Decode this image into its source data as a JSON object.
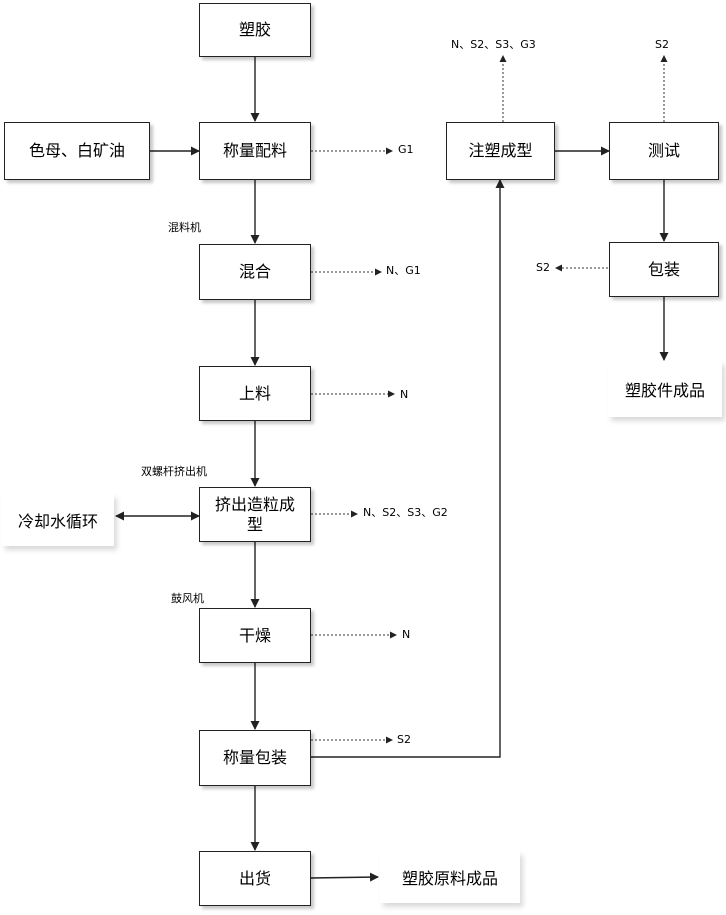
{
  "boxes": {
    "suojiao": "塑胶",
    "semu": "色母、白矿油",
    "chengliang_peiliao": "称量配料",
    "hunhe": "混合",
    "shangliao": "上料",
    "jichu_zaoli": "挤出造粒成型",
    "lengque": "冷却水循环",
    "ganzao": "干燥",
    "chengliang_baozhuang": "称量包装",
    "chuhuo": "出货",
    "yuanliao_chengpin": "塑胶原料成品",
    "zhusu": "注塑成型",
    "ceshi": "测试",
    "baozhuang": "包装",
    "jian_chengpin": "塑胶件成品"
  },
  "equipment": {
    "hunliaoji": "混料机",
    "shuangluogan": "双螺杆挤出机",
    "gufengji": "鼓风机"
  },
  "emissions": {
    "peiliao": "G1",
    "hunhe": "N、G1",
    "shangliao": "N",
    "jichu": "N、S2、S3、G2",
    "ganzao": "N",
    "baozhuang": "S2",
    "zhusu": "N、S2、S3、G3",
    "ceshi": "S2",
    "baozhuang2": "S2"
  }
}
